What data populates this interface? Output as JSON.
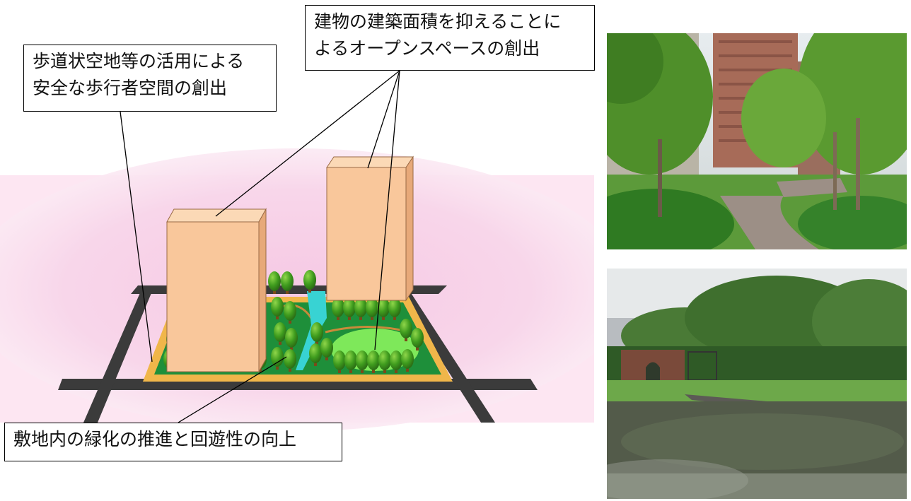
{
  "callouts": {
    "sidewalk": [
      "歩道状空地等の活用による",
      "安全な歩行者空間の創出"
    ],
    "open_space": [
      "建物の建築面積を抑えることに",
      "よるオープンスペースの創出"
    ],
    "greening": [
      "敷地内の緑化の推進と回遊性の向上"
    ]
  },
  "colors": {
    "halo": "#f6c9e4",
    "road": "#3b3b3b",
    "site_border": "#f0b64a",
    "lawn": "#1e8f3a",
    "building_front": "#f9c79b",
    "building_side": "#e7a979",
    "tree": "#3f9c1e",
    "pond": "#38d3d3",
    "plaza": "#7ee85a"
  }
}
